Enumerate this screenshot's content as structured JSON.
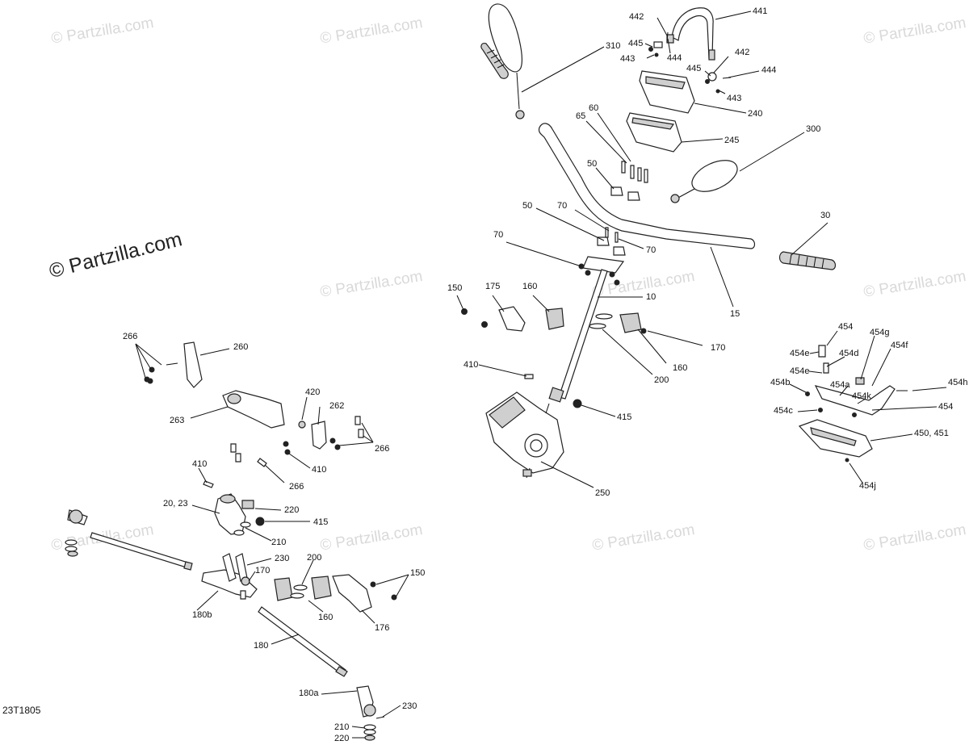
{
  "watermark": "© Partzilla.com",
  "main_watermark": "© Partzilla.com",
  "drawing_code": "23T1805",
  "callouts": {
    "c441": "441",
    "c442": "442",
    "c445a": "445",
    "c443a": "443",
    "c444a": "444",
    "c442b": "442",
    "c445b": "445",
    "c444b": "444",
    "c443b": "443",
    "c310": "310",
    "c240": "240",
    "c60": "60",
    "c65": "65",
    "c245": "245",
    "c300": "300",
    "c50a": "50",
    "c50b": "50",
    "c70a": "70",
    "c70b": "70",
    "c70c": "70",
    "c30": "30",
    "c15": "15",
    "c10": "10",
    "c150a": "150",
    "c175": "175",
    "c160a": "160",
    "c170a": "170",
    "c160b": "160",
    "c200a": "200",
    "c410a": "410",
    "c415a": "415",
    "c250": "250",
    "c454": "454",
    "c454g": "454g",
    "c454e1": "454e",
    "c454d": "454d",
    "c454f": "454f",
    "c454e2": "454e",
    "c454b": "454b",
    "c454a": "454a",
    "c454h": "454h",
    "c454k": "454k",
    "c454r": "454",
    "c454c": "454c",
    "c450": "450, 451",
    "c454j": "454j",
    "c266a": "266",
    "c260": "260",
    "c263": "263",
    "c420": "420",
    "c262": "262",
    "c266b": "266",
    "c410b": "410",
    "c410c": "410",
    "c266c": "266",
    "c2023": "20, 23",
    "c220a": "220",
    "c415b": "415",
    "c210a": "210",
    "c230a": "230",
    "c200b": "200",
    "c150b": "150",
    "c170b": "170",
    "c180b": "180b",
    "c160c": "160",
    "c176": "176",
    "c180": "180",
    "c180a": "180a",
    "c230b": "230",
    "c210b": "210",
    "c220b": "220"
  }
}
